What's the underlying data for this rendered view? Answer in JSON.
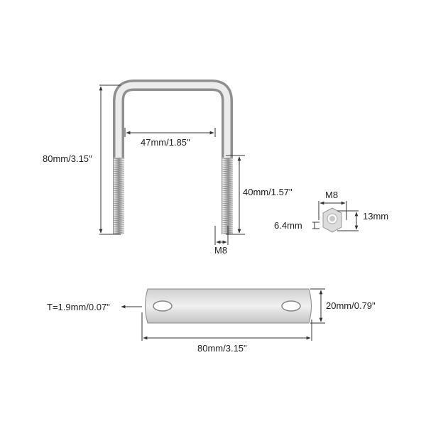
{
  "ubolt": {
    "height_label": "80mm/3.15\"",
    "inner_width_label": "47mm/1.85\"",
    "thread_length_label": "40mm/1.57\"",
    "thread_size_label": "M8"
  },
  "nut": {
    "size_label": "M8",
    "thickness_label": "6.4mm",
    "width_label": "13mm"
  },
  "plate": {
    "thickness_label": "T=1.9mm/0.07\"",
    "width_label": "20mm/0.79\"",
    "length_label": "80mm/3.15\""
  },
  "colors": {
    "metal_light": "#e6e6e6",
    "metal_dark": "#9a9a9a",
    "line": "#333333"
  }
}
